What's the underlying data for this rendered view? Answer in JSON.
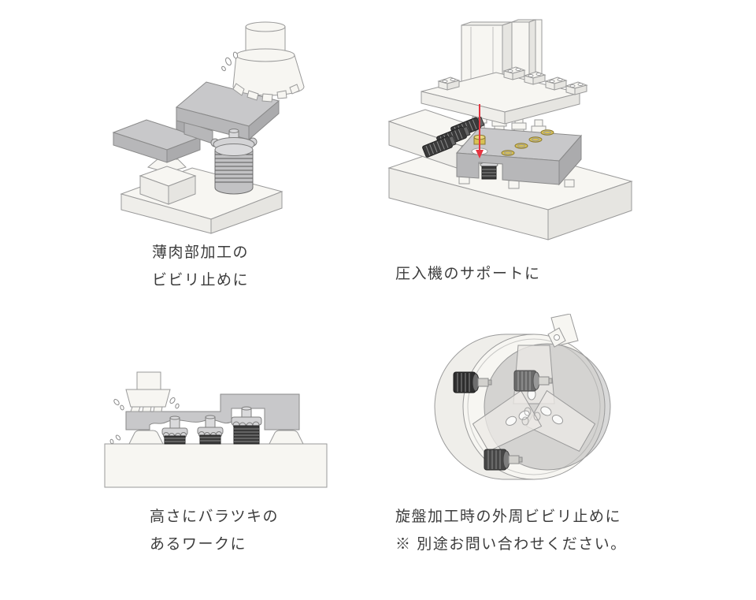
{
  "page": {
    "background": "#ffffff"
  },
  "colors": {
    "page_bg": "#ffffff",
    "outline": "#9a9a9a",
    "gray_line": "#8a8a8a",
    "gray_top": "#c8c8ca",
    "gray_front": "#b7b7b9",
    "gray_side": "#ababad",
    "white_part": "#f7f6f2",
    "white_shade": "#efeeea",
    "white_shade2": "#e6e5e1",
    "thread_dark": "#3a3a3a",
    "brass": "#d8c154",
    "arrow_red": "#e53541",
    "caption_text": "#3c3c3c"
  },
  "figures": [
    {
      "name": "thin-wall-milling",
      "elements": [
        "face-mill-cutter",
        "stepped-workpiece",
        "screw-jack-support",
        "clamp-block",
        "base-block",
        "chatter-marks"
      ],
      "caption_lines": [
        "薄肉部加工の",
        "ビビリ止めに"
      ]
    },
    {
      "name": "press-fit-machine",
      "elements": [
        "press-columns",
        "press-head-plate",
        "press-rams",
        "press-direction-arrow",
        "brass-bushings",
        "workpiece-plate",
        "screw-jack-supports",
        "machine-base"
      ],
      "caption_lines": [
        "圧入機のサポートに"
      ]
    },
    {
      "name": "height-variation-workpiece",
      "elements": [
        "face-mill-cutter",
        "wavy-workpiece",
        "screw-jack-supports",
        "cone-supports",
        "base-block",
        "chatter-marks"
      ],
      "caption_lines": [
        "高さにバラツキの",
        "あるワークに"
      ]
    },
    {
      "name": "lathe-od-support",
      "elements": [
        "three-jaw-chuck",
        "disc-workpiece",
        "screw-jack-supports",
        "turning-tool"
      ],
      "caption_lines": [
        "旋盤加工時の外周ビビリ止めに",
        "※ 別途お問い合わせください。"
      ]
    }
  ]
}
